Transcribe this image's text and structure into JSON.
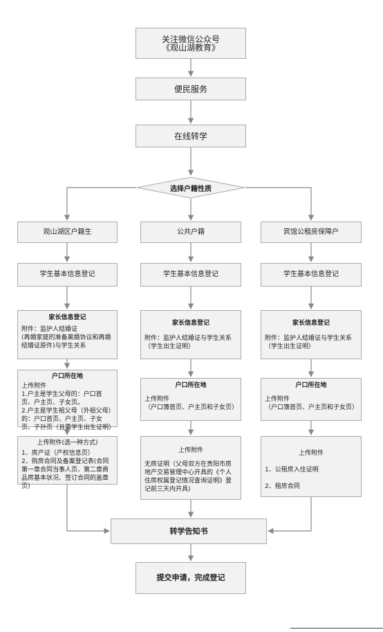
{
  "flow": {
    "wechat": {
      "line1": "关注微信公众号",
      "line2": "《观山湖教育》"
    },
    "service": "便民服务",
    "transfer": "在线转学",
    "choose": "选择户籍性质",
    "col1": {
      "type": "观山湖区户籍生",
      "register": "学生基本信息登记",
      "parent_title": "家长信息登记",
      "parent_text": "附件：监护人结婚证\n(再婚家庭的准备离婚协议和再婚结婚证原件)与学生关系",
      "hukou_title": "户口所在地",
      "hukou_text": "上传附件\n1.户主是学生父母的：户口首页、户主页、子女页。\n2.户主是学生祖父母（外祖父母）的：户口首页、户主页、子女页、子孙页（且需学生出生证明）",
      "upload_title": "上传附件(选一种方式)",
      "upload_text": "1、房产证（产权信息页）\n2、购房合同及备案登记表(合同第一章合同当事人页、第二章商品房基本状况、签订合同的盖章页)"
    },
    "col2": {
      "type": "公共户籍",
      "register": "学生基本信息登记",
      "parent_title": "家长信息登记",
      "parent_text": "附件：监护人结婚证与学生关系\n（学生出生证明）",
      "hukou_title": "户口所在地",
      "hukou_text": "上传附件\n（户口簿首页、户主页和子女页）",
      "upload_title": "上传附件",
      "upload_text": "无房证明（父母双方在贵阳市房地产交易管理中心开具的《个人住房权属登记情况查询证明》登记前三天内开具)"
    },
    "col3": {
      "type": "宾馆公租房保障户",
      "register": "学生基本信息登记",
      "parent_title": "家长信息登记",
      "parent_text": "附件：监护人结婚证与学生关系\n（学生出生证明）",
      "hukou_title": "户口所在地",
      "hukou_text": "上传附件\n（户口簿首页、户主页和子女页）",
      "upload_title": "上传附件",
      "upload_text": "1、公租房入住证明\n\n2、租房合同"
    },
    "notice": "转学告知书",
    "submit": "提交申请，完成登记"
  },
  "colors": {
    "box_fill": "#f2f2f2",
    "box_border": "#a9a9a9",
    "arrow": "#888888"
  }
}
